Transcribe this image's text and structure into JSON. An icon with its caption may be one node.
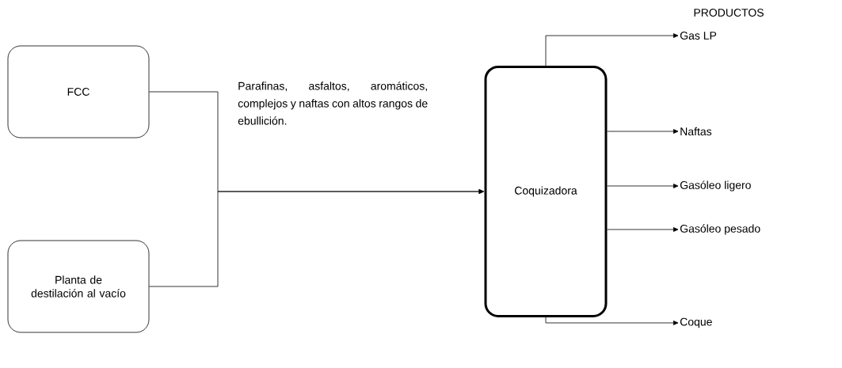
{
  "diagram": {
    "nodes": [
      {
        "text": [
          "FCC"
        ]
      },
      {
        "text": [
          "Planta de destilación al vacío"
        ]
      },
      {
        "text": [
          "Coquizadora"
        ]
      },
      {
        "text": [
          "Gas LP"
        ]
      },
      {
        "text": [
          "Naftas"
        ]
      },
      {
        "text": [
          "Gasóleo ligero"
        ]
      },
      {
        "text": [
          "Gasóleo pesado"
        ]
      },
      {
        "text": [
          "Coque"
        ]
      }
    ],
    "edges": [
      {
        "from": 0,
        "to": 2,
        "arrow": "to"
      },
      {
        "from": 1,
        "to": 2,
        "arrow": "to"
      },
      {
        "from": 2,
        "to": 3,
        "arrow": "to"
      },
      {
        "from": 2,
        "to": 4,
        "arrow": "to"
      },
      {
        "from": 2,
        "to": 5,
        "arrow": "to"
      },
      {
        "from": 2,
        "to": 6,
        "arrow": "to"
      },
      {
        "from": 2,
        "to": 7,
        "arrow": "to"
      }
    ],
    "labels": [
      "PRODUCTOS",
      "Parafinas, asfaltos, aromáticos, complejos y naftas con altos rangos de ebullición."
    ]
  }
}
